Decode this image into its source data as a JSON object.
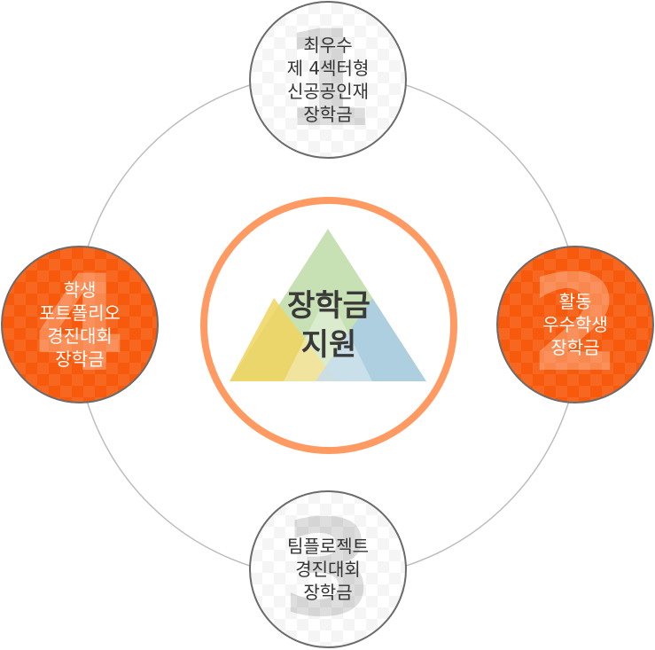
{
  "center": {
    "title_lines": [
      "장학금",
      "지원"
    ],
    "ring_color": "#ff9a63"
  },
  "nodes": [
    {
      "position": "top",
      "number": "1",
      "style": "white",
      "lines": [
        "최우수",
        "제 4섹터형",
        "신공공인재",
        "장학금"
      ]
    },
    {
      "position": "right",
      "number": "2",
      "style": "orange",
      "lines": [
        "활동",
        "우수학생",
        "장학금"
      ]
    },
    {
      "position": "bottom",
      "number": "3",
      "style": "white",
      "lines": [
        "팀플로젝트",
        "경진대회",
        "장학금"
      ]
    },
    {
      "position": "left",
      "number": "4",
      "style": "orange",
      "lines": [
        "학생",
        "포트폴리오",
        "경진대회",
        "장학금"
      ]
    }
  ],
  "colors": {
    "accent_orange": "#f75a0c",
    "outline_gray": "#6b6b6b",
    "orbit_gray": "#bdbdbd",
    "triangle_green": "#c5dfb0",
    "triangle_yellow": "#f0d35e",
    "triangle_blue": "#b9d4e8"
  }
}
